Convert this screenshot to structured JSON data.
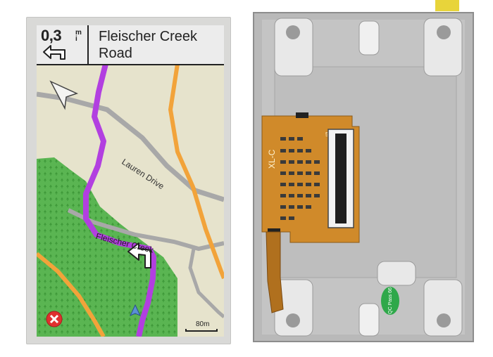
{
  "navigation": {
    "distance_value": "0,3",
    "distance_unit": "mi",
    "next_street": "Fleischer Creek Road"
  },
  "map": {
    "road_labels": {
      "lauren": "Lauren Drive",
      "fleischer": "Fleischer Creek"
    },
    "scale_label": "80m",
    "colors": {
      "background": "#e6e3cc",
      "forest": "#55b34d",
      "route": "#b23fe0",
      "major_road": "#f2a33a",
      "minor_road": "#a8a8a8"
    }
  },
  "controls": {
    "stop_icon": "stop-navigation-icon",
    "position_icon": "vehicle-position-icon",
    "turn_icon": "turn-left-arrow-icon",
    "compass_icon": "north-arrow-icon"
  },
  "module": {
    "pcb_silkscreen": "XL-C",
    "connector_pin_label": "50",
    "sticker_text": "QC Pass 66",
    "pcb_color": "#d08a2a",
    "frame_color": "#b9b9b9"
  }
}
